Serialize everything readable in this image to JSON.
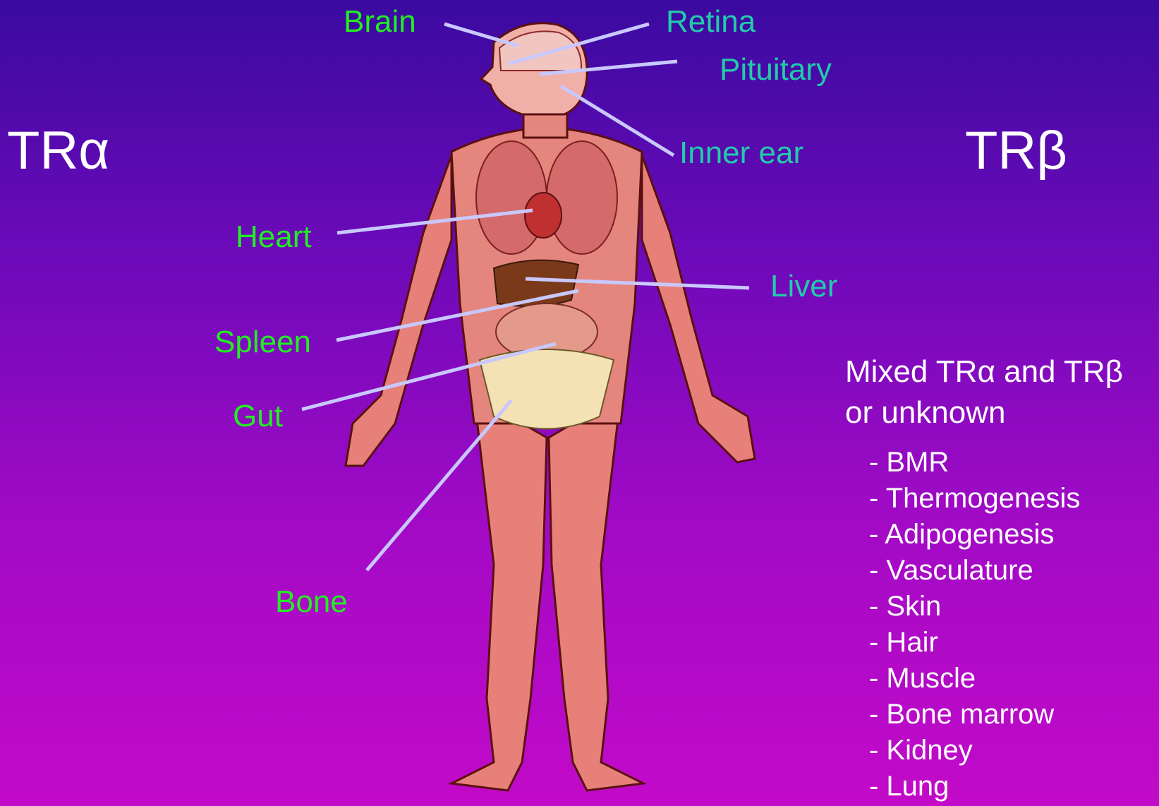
{
  "left_heading": "TRα",
  "right_heading": "TRβ",
  "labels": {
    "brain": "Brain",
    "retina": "Retina",
    "pituitary": "Pituitary",
    "inner_ear": "Inner ear",
    "heart": "Heart",
    "liver": "Liver",
    "spleen": "Spleen",
    "gut": "Gut",
    "bone": "Bone"
  },
  "mixed": {
    "title_line1": "Mixed TRα and TRβ",
    "title_line2": "or unknown",
    "items": [
      "- BMR",
      "- Thermogenesis",
      "- Adipogenesis",
      "- Vasculature",
      "- Skin",
      "- Hair",
      "- Muscle",
      "- Bone marrow",
      "- Kidney",
      "- Lung"
    ]
  },
  "colors": {
    "tra_label": "#22ee22",
    "trb_label": "#22ccaa",
    "pointer": "#c8c8ff",
    "heading": "#ffffff"
  }
}
